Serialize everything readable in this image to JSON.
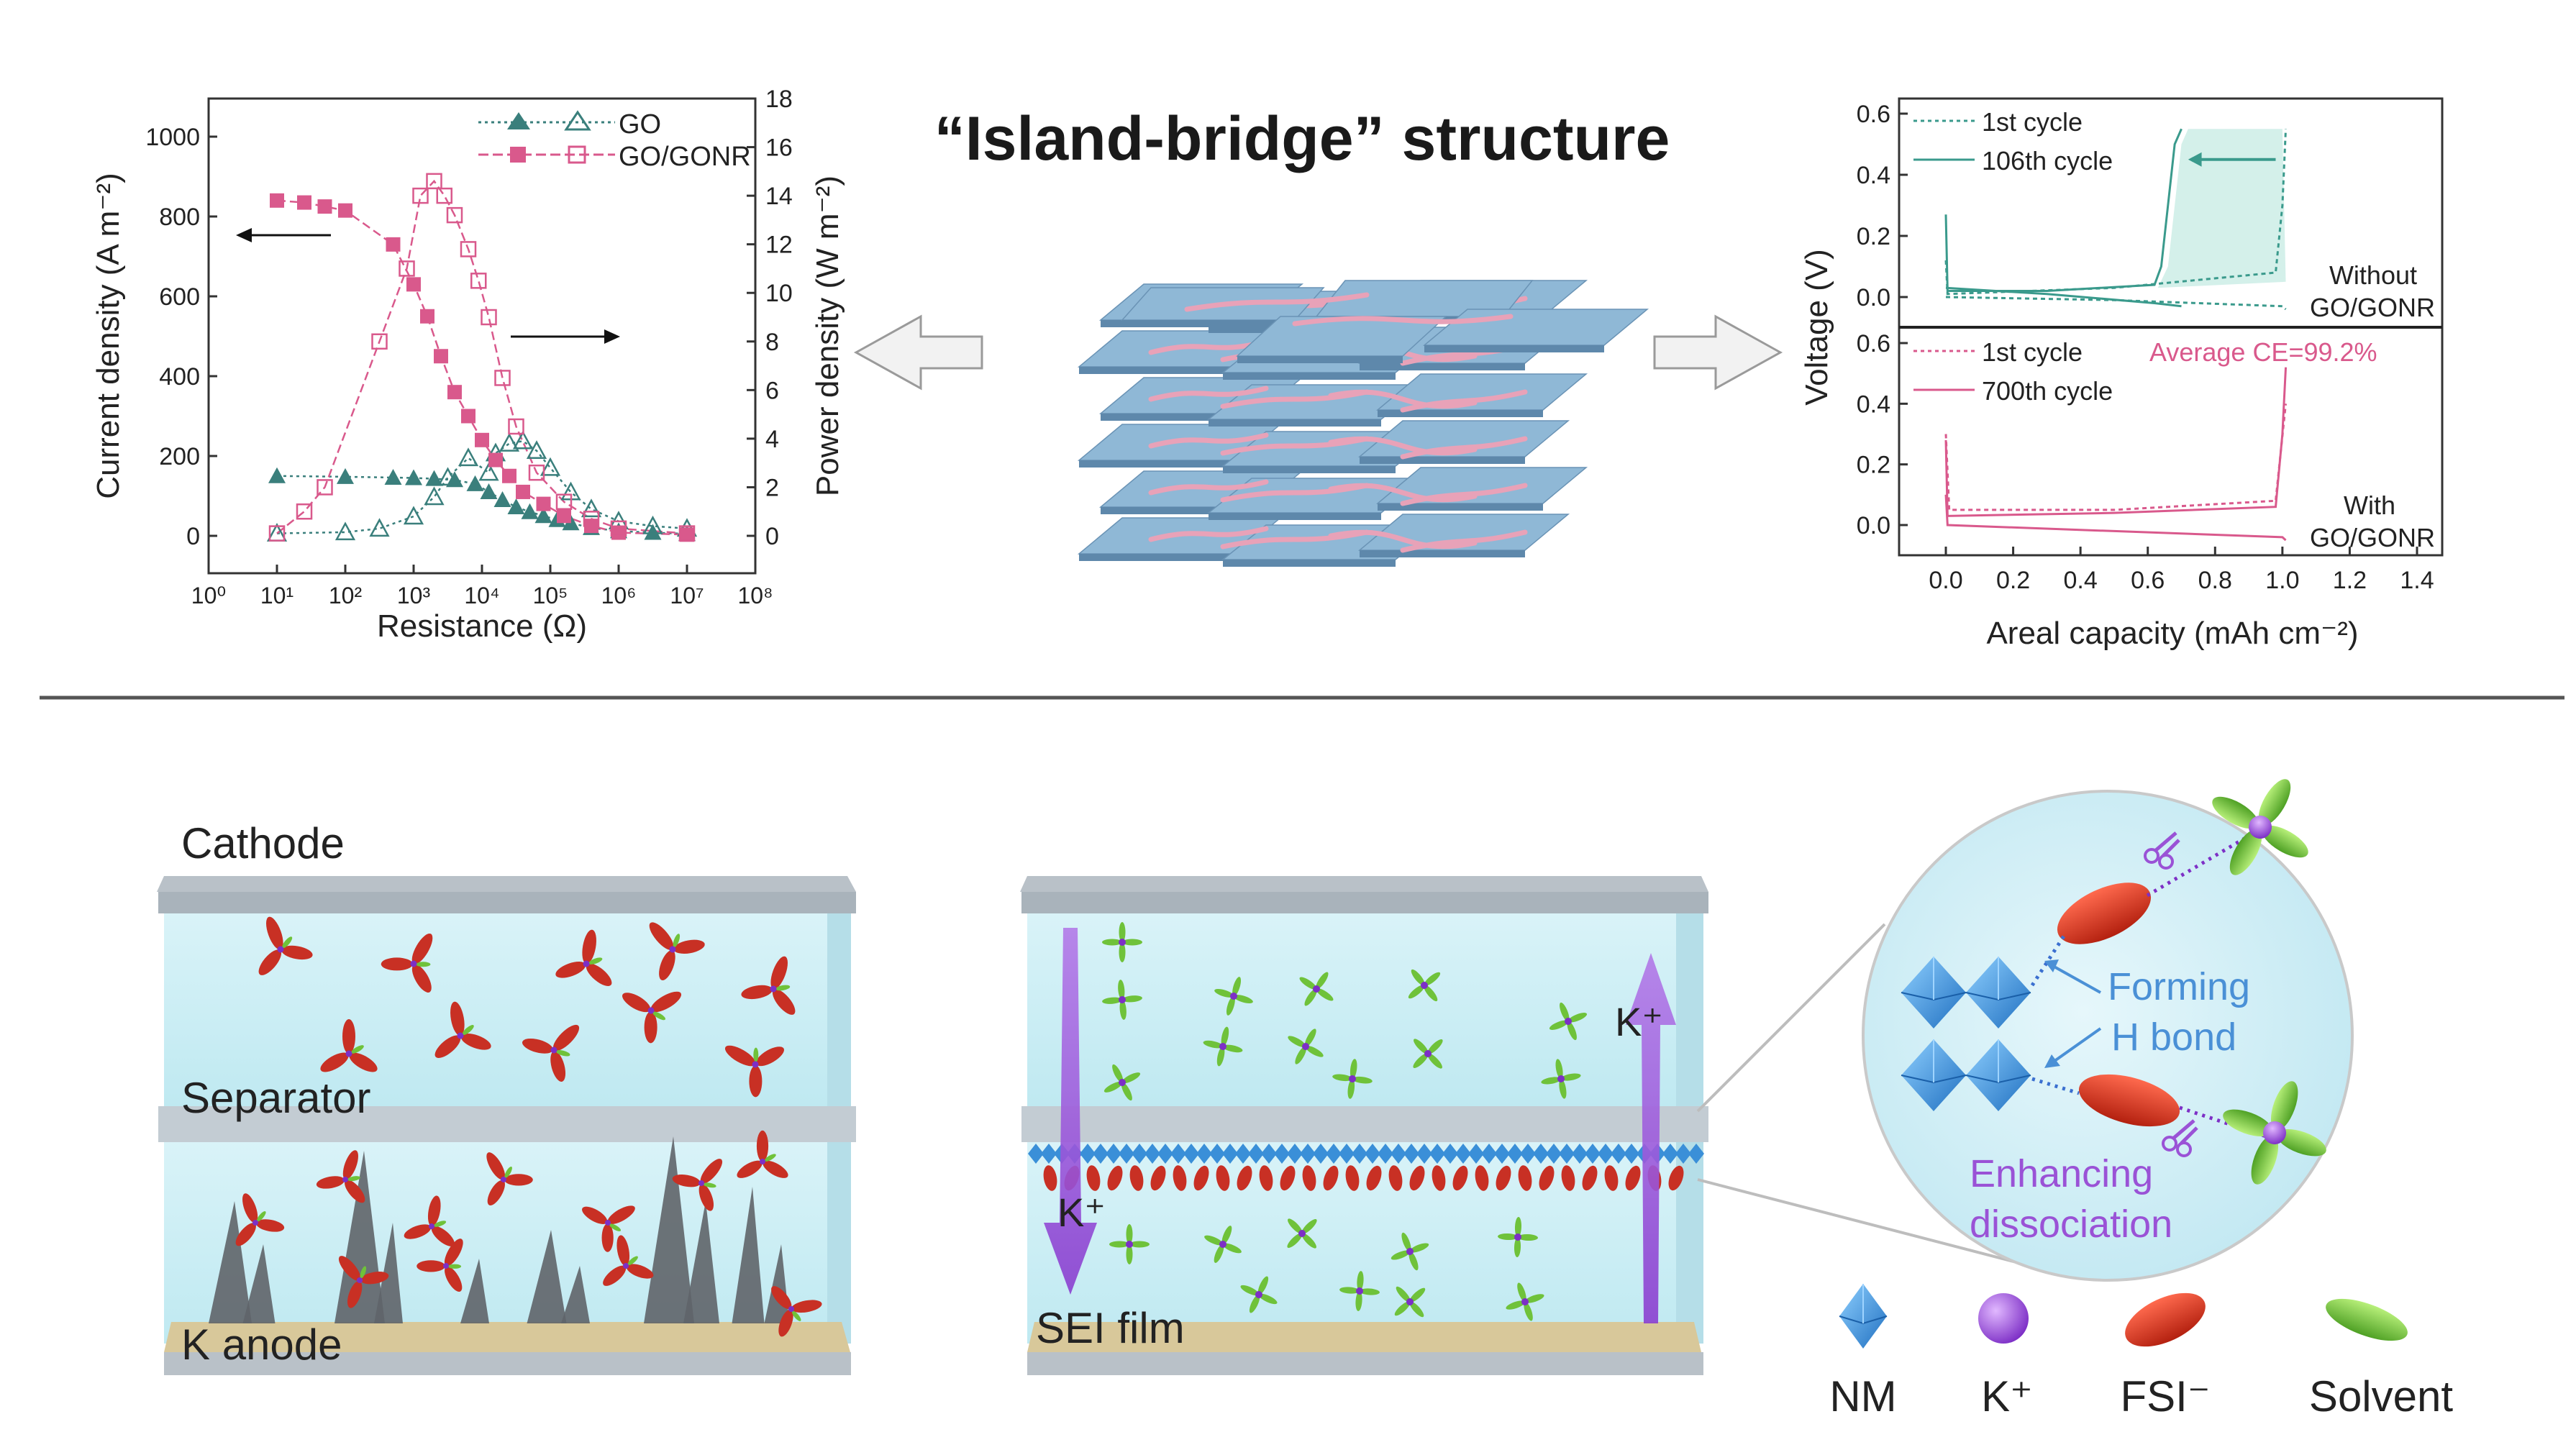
{
  "title": "“Island-bridge” structure",
  "left_chart": {
    "ylabel_left": "Current density (A m⁻²)",
    "ylabel_right": "Power density (W m⁻²)",
    "xlabel": "Resistance (Ω)",
    "x_ticks": [
      "10⁰",
      "10¹",
      "10²",
      "10³",
      "10⁴",
      "10⁵",
      "10⁶",
      "10⁷",
      "10⁸"
    ],
    "y_left_ticks": [
      "0",
      "200",
      "400",
      "600",
      "800",
      "1000"
    ],
    "y_right_ticks": [
      "0",
      "2",
      "4",
      "6",
      "8",
      "10",
      "12",
      "14",
      "16",
      "18"
    ],
    "legend": [
      "GO",
      "GO/GONR"
    ],
    "colors": {
      "GO": "#3a7f7c",
      "GO/GONR": "#d9598c"
    }
  },
  "right_chart": {
    "ylabel": "Voltage (V)",
    "xlabel": "Areal capacity (mAh cm⁻²)",
    "x_ticks": [
      "0.0",
      "0.2",
      "0.4",
      "0.6",
      "0.8",
      "1.0",
      "1.2",
      "1.4"
    ],
    "y_ticks": [
      "0.0",
      "0.2",
      "0.4",
      "0.6"
    ],
    "top_panel": {
      "legend": [
        "1st cycle",
        "106th cycle"
      ],
      "label_line1": "Without",
      "label_line2": "GO/GONR"
    },
    "bottom_panel": {
      "legend": [
        "1st cycle",
        "700th cycle"
      ],
      "label_line1": "With",
      "label_line2": "GO/GONR",
      "annotation": "Average CE=99.2%"
    },
    "colors": {
      "top": "#3a9a8c",
      "bottom": "#d9598c",
      "fill": "#cfeee8"
    }
  },
  "bottom_left": {
    "cathode": "Cathode",
    "separator": "Separator",
    "anode": "K anode"
  },
  "bottom_middle": {
    "k_ion_up": "K⁺",
    "k_ion_down": "K⁺",
    "sei": "SEI film"
  },
  "zoom_circle": {
    "forming_line1": "Forming",
    "forming_line2": "H bond",
    "enhancing_line1": "Enhancing",
    "enhancing_line2": "dissociation"
  },
  "legend_bottom": [
    "NM",
    "K⁺",
    "FSI⁻",
    "Solvent"
  ],
  "colors": {
    "cell_fill": "#cdeff5",
    "cell_frame": "#b8c4cc",
    "red_ion": "#c83024",
    "green_ion": "#6fc23a",
    "purple": "#9a52d6",
    "nm_blue": "#3a8fd8",
    "anode_gold": "#d8c89a"
  }
}
